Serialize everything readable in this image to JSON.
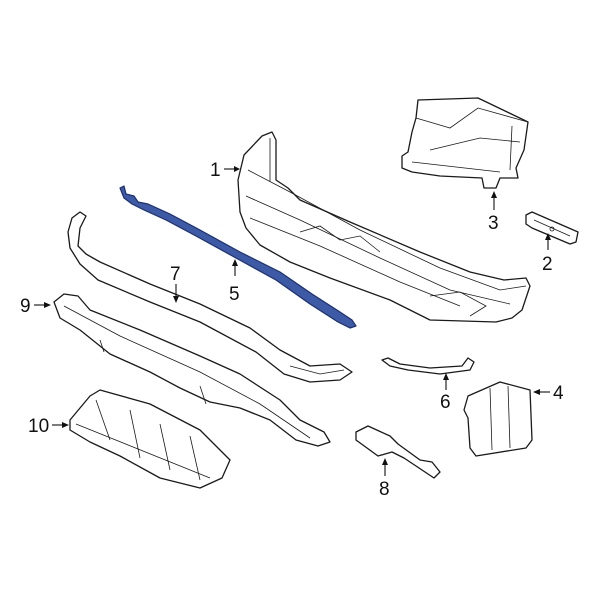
{
  "diagram": {
    "type": "exploded parts diagram",
    "subject": "Front bumper cover assembly components",
    "highlight_color": "#3d5aa6",
    "line_color": "#1a1a1a",
    "background": "#ffffff",
    "highlighted_part": "5",
    "callouts": [
      {
        "id": "1",
        "label": "1"
      },
      {
        "id": "2",
        "label": "2"
      },
      {
        "id": "3",
        "label": "3"
      },
      {
        "id": "4",
        "label": "4"
      },
      {
        "id": "5",
        "label": "5"
      },
      {
        "id": "6",
        "label": "6"
      },
      {
        "id": "7",
        "label": "7"
      },
      {
        "id": "8",
        "label": "8"
      },
      {
        "id": "9",
        "label": "9"
      },
      {
        "id": "10",
        "label": "10"
      }
    ]
  }
}
